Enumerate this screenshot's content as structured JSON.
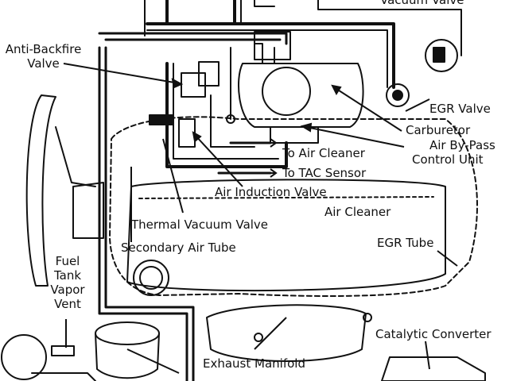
{
  "labels": {
    "wastegate_partial": "Vacuum Valve",
    "anti_backfire_l1": "Anti-Backfire",
    "anti_backfire_l2": "Valve",
    "egr_valve": "EGR Valve",
    "carburetor": "Carburetor",
    "air_bypass_l1": "Air By-Pass",
    "air_bypass_l2": "Control Unit",
    "to_air_cleaner": "To Air Cleaner",
    "to_tac_sensor": "To TAC Sensor",
    "air_induction_valve": "Air Induction Valve",
    "air_cleaner": "Air Cleaner",
    "thermal_vacuum_valve": "Thermal Vacuum Valve",
    "secondary_air_tube": "Secondary Air Tube",
    "egr_tube": "EGR Tube",
    "fuel_tank_l1": "Fuel",
    "fuel_tank_l2": "Tank",
    "fuel_tank_l3": "Vapor",
    "fuel_tank_l4": "Vent",
    "catalytic_converter": "Catalytic Converter",
    "exhaust_manifold": "Exhaust Manifold"
  },
  "colors": {
    "ink": "#111111",
    "paper": "#ffffff"
  }
}
